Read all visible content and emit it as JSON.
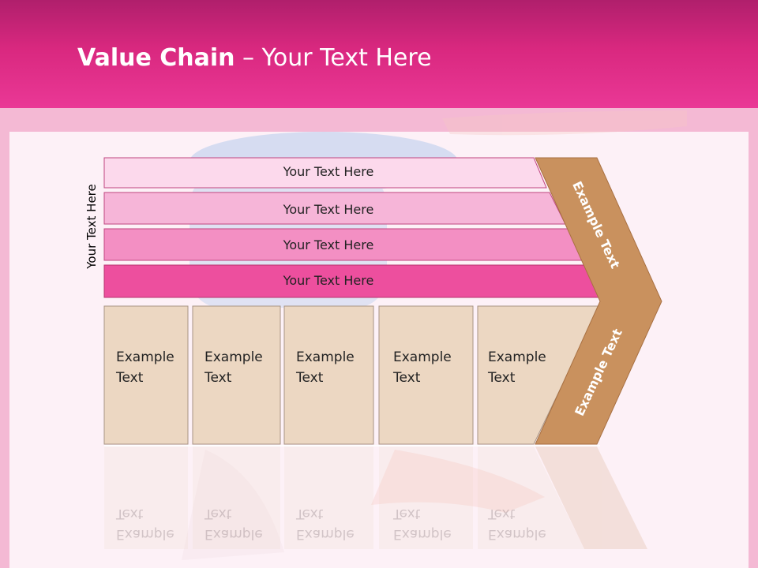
{
  "slide": {
    "title_bold": "Value Chain",
    "title_rest": " – Your Text Here",
    "vertical_label": "Your Text Here",
    "rows": [
      {
        "label": "Your Text Here",
        "color": "#fcd9ec"
      },
      {
        "label": "Your Text Here",
        "color": "#f6b5d8"
      },
      {
        "label": "Your Text Here",
        "color": "#f38fc3"
      },
      {
        "label": "Your Text Here",
        "color": "#ed4f9e"
      }
    ],
    "cells": [
      {
        "line1": "Example",
        "line2": "Text"
      },
      {
        "line1": "Example",
        "line2": "Text"
      },
      {
        "line1": "Example",
        "line2": "Text"
      },
      {
        "line1": "Example",
        "line2": "Text"
      },
      {
        "line1": "Example",
        "line2": "Text"
      }
    ],
    "chevron_top": "Example Text",
    "chevron_bottom": "Example Text",
    "colors": {
      "header": "#e0308a",
      "cell_fill": "#ecd7c2",
      "chevron": "#c9915e"
    }
  }
}
